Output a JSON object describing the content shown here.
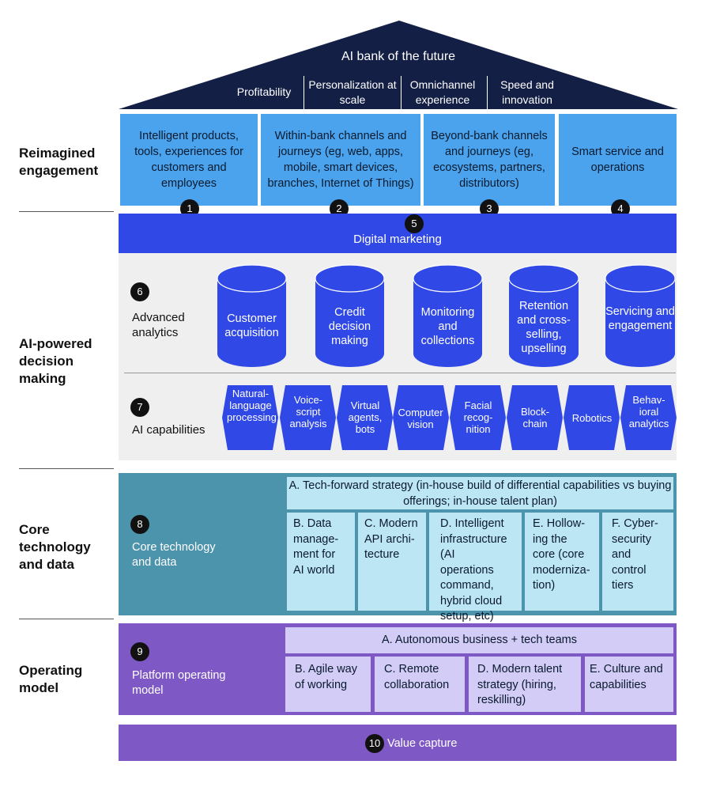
{
  "roof": {
    "title": "AI bank of the future",
    "items": [
      "Profitability",
      "Personalization at scale",
      "Omnichannel experience",
      "Speed and innovation"
    ]
  },
  "sections": {
    "engagement": "Reimagined engagement",
    "decision": "AI-powered decision making",
    "core": "Core technology and data",
    "operating": "Operating model"
  },
  "engagement_boxes": [
    {
      "num": "1",
      "text": "Intelligent products, tools,  experiences for customers and employees"
    },
    {
      "num": "2",
      "text": "Within-bank channels and journeys (eg, web, apps, mobile, smart devices, branches, Internet of Things)"
    },
    {
      "num": "3",
      "text": "Beyond-bank channels and journeys (eg, ecosystems, partners, distributors)"
    },
    {
      "num": "4",
      "text": "Smart service and operations"
    }
  ],
  "digital_marketing": {
    "num": "5",
    "label": "Digital marketing"
  },
  "advanced_analytics": {
    "num": "6",
    "label": "Advanced analytics",
    "cylinders": [
      "Customer acquisition",
      "Credit decision making",
      "Monitoring and collections",
      "Retention and cross-selling, upselling",
      "Servicing and engagement"
    ]
  },
  "ai_capabilities": {
    "num": "7",
    "label": "AI capabilities",
    "items": [
      "Natural-language processing",
      "Voice-script analysis",
      "Virtual agents, bots",
      "Computer vision",
      "Facial recog-nition",
      "Block-chain",
      "Robotics",
      "Behav-ioral analytics"
    ]
  },
  "core_tech": {
    "num": "8",
    "label": "Core technology and data",
    "a": "A. Tech-forward strategy (in-house build of differential capabilities vs buying offerings; in-house talent plan)",
    "boxes": [
      "B. Data manage-ment for AI world",
      "C. Modern API archi-tecture",
      "D. Intelligent infrastructure (AI operations command, hybrid cloud setup, etc)",
      "E. Hollow-ing the core (core moderniza-tion)",
      "F. Cyber-security and control tiers"
    ]
  },
  "operating_model": {
    "num": "9",
    "label": "Platform operating model",
    "a": "A. Autonomous business + tech teams",
    "boxes": [
      "B. Agile way of working",
      "C. Remote collaboration",
      "D. Modern talent strategy (hiring, reskilling)",
      "E. Culture and capabilities"
    ]
  },
  "value_capture": {
    "num": "10",
    "label": "Value capture"
  },
  "colors": {
    "roof": "#141f45",
    "engagement": "#4aa3ec",
    "digital_marketing": "#2f48e6",
    "analytics_panel": "#efefef",
    "cylinder": "#2f48e6",
    "core_panel": "#4c93ac",
    "core_box": "#bde6f5",
    "operating_panel": "#7e58c4",
    "operating_box": "#d2ccf6"
  }
}
